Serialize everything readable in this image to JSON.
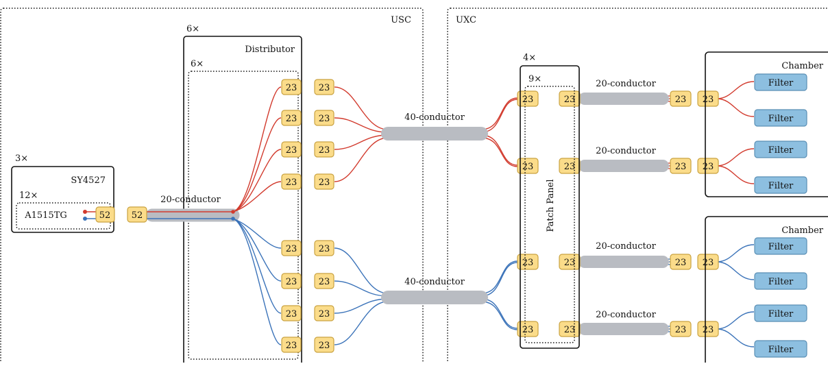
{
  "zones": {
    "usc": "USC",
    "uxc": "UXC"
  },
  "mainframe": {
    "multiplier": "3×",
    "title": "SY4527",
    "board_multiplier": "12×",
    "board": "A1515TG",
    "connector": "52"
  },
  "distributor": {
    "multiplier": "6×",
    "title": "Distributor",
    "inner_multiplier": "6×",
    "input_connector": "52",
    "output_connector": "23"
  },
  "cables": {
    "trunk": "20-conductor",
    "long": "40-conductor",
    "short": "20-conductor"
  },
  "patch_panel": {
    "multiplier": "4×",
    "inner_multiplier": "9×",
    "title": "Patch Panel",
    "connector": "23"
  },
  "chamber": {
    "title": "Chamber",
    "connector": "23",
    "filter": "Filter"
  },
  "colors": {
    "red_wire": "#d23b2e",
    "blue_wire": "#3b73b9",
    "connector_fill": "#fbdc8a",
    "filter_fill": "#8dbfe0",
    "cable_shield": "#b9bcc2"
  }
}
